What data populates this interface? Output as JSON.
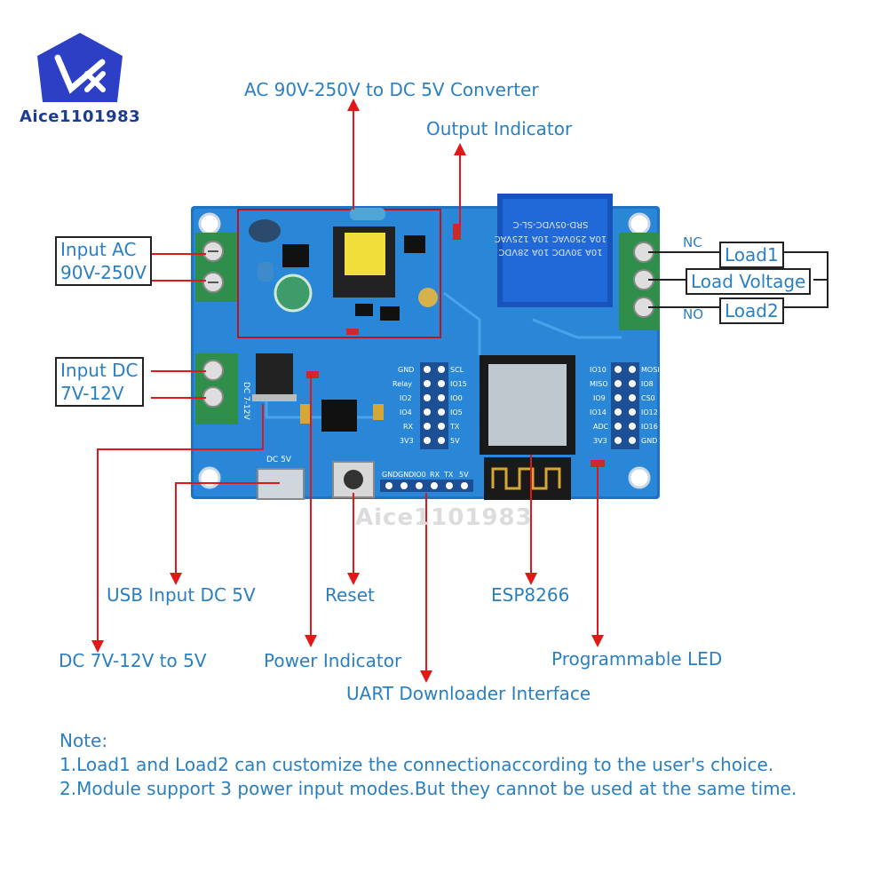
{
  "brand": {
    "logo_text": "Aice1101983",
    "watermark": "Aice1101983"
  },
  "callouts": {
    "ac_converter": "AC 90V-250V to DC 5V Converter",
    "output_indicator": "Output Indicator",
    "usb_input": "USB Input DC 5V",
    "reset": "Reset",
    "esp8266": "ESP8266",
    "dc_regulator": "DC 7V-12V to 5V",
    "power_indicator": "Power Indicator",
    "programmable_led": "Programmable LED",
    "uart": "UART Downloader Interface",
    "nc": "NC",
    "no": "NO"
  },
  "boxes": {
    "input_ac": [
      "Input AC",
      "90V-250V"
    ],
    "input_dc": [
      "Input DC",
      "7V-12V"
    ],
    "load1": "Load1",
    "load_voltage": "Load Voltage",
    "load2": "Load2"
  },
  "board": {
    "relay_lines": [
      "SRD-05VDC-SL-C",
      "10A 250VAC 10A 125VAC",
      "10A 30VDC 10A 28VDC"
    ],
    "left_pins": [
      "GND",
      "Relay",
      "IO2",
      "IO4",
      "RX",
      "3V3"
    ],
    "left_pins_b": [
      "SCL",
      "IO15",
      "IO0",
      "IO5",
      "TX",
      "5V"
    ],
    "right_pins": [
      "IO10",
      "MISO",
      "IO9",
      "IO14",
      "ADC",
      "3V3"
    ],
    "right_pins_b": [
      "MOSI",
      "IO8",
      "CS0",
      "IO12",
      "IO16",
      "GND"
    ],
    "uart_pins": [
      "GND",
      "GND",
      "IO0",
      "RX",
      "TX",
      "5V"
    ],
    "dc_label": "DC 7-12V",
    "usb_label": "DC 5V"
  },
  "notes": {
    "title": "Note:",
    "line1": "1.Load1 and Load2 can customize the connectionaccording to the user's choice.",
    "line2": "2.Module support 3 power input modes.But they cannot be used at the same time."
  }
}
